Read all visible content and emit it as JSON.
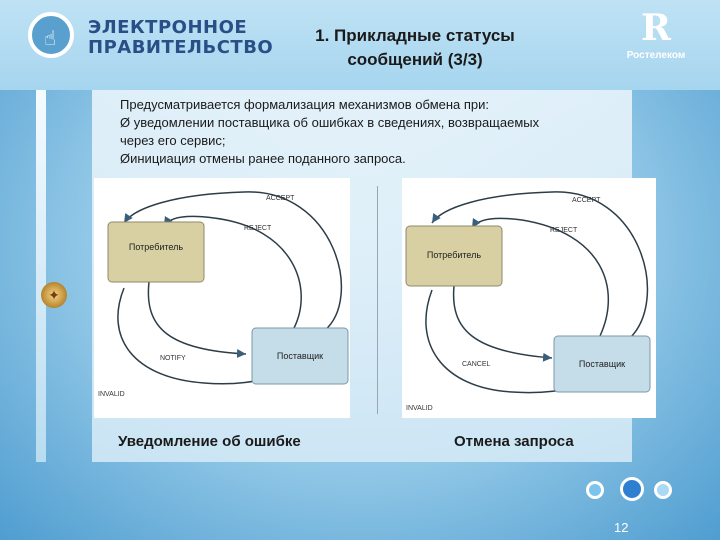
{
  "header": {
    "logo_left": {
      "line1": "ЭЛЕКТРОННОЕ",
      "line2": "ПРАВИТЕЛЬСТВО"
    },
    "title_line1": "1. Прикладные статусы",
    "title_line2": "сообщений (3/3)",
    "logo_right": {
      "name": "Ростелеком"
    }
  },
  "body": {
    "line1": "Предусматривается формализация механизмов обмена при:",
    "line2": "Ø уведомлении поставщика об ошибках в сведениях, возвращаемых",
    "line3": "через его сервис;",
    "line4": "Øинициация отмены ранее поданного запроса."
  },
  "diagrams": [
    {
      "consumer": "Потребитель",
      "provider": "Поставщик",
      "accept": "ACCEPT",
      "reject": "REJECT",
      "action": "NOTIFY",
      "invalid": "INVALID",
      "caption": "Уведомление об ошибке"
    },
    {
      "consumer": "Потребитель",
      "provider": "Поставщик",
      "accept": "ACCEPT",
      "reject": "REJECT",
      "action": "CANCEL",
      "invalid": "INVALID",
      "caption": "Отмена запроса"
    }
  ],
  "footer": {
    "page": "12"
  },
  "colors": {
    "consumer_box": "#d8cfa3",
    "provider_box": "#c5dde8",
    "title_text": "#1a1a1a"
  }
}
